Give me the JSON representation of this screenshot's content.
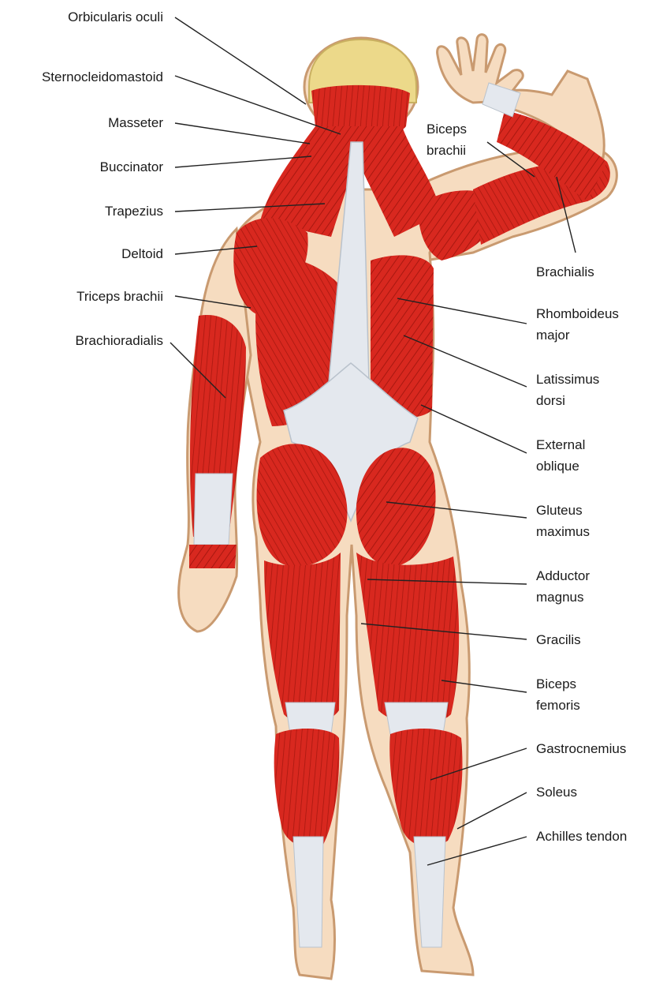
{
  "colors": {
    "muscle": "#d8281f",
    "muscle_dark": "#a81810",
    "tendon": "#e4e8ee",
    "tendon_edge": "#b9c2cc",
    "skin": "#f6dcc0",
    "skin_edge": "#c99a70",
    "hair": "#ecd98a",
    "leader": "#222222"
  },
  "left_labels": [
    {
      "id": "orbicularis-oculi",
      "lines": [
        "Orbicularis oculi"
      ]
    },
    {
      "id": "sternocleidomastoid",
      "lines": [
        "Sternocleidomastoid"
      ]
    },
    {
      "id": "masseter",
      "lines": [
        "Masseter"
      ]
    },
    {
      "id": "buccinator",
      "lines": [
        "Buccinator"
      ]
    },
    {
      "id": "trapezius",
      "lines": [
        "Trapezius"
      ]
    },
    {
      "id": "deltoid",
      "lines": [
        "Deltoid"
      ]
    },
    {
      "id": "triceps-brachii",
      "lines": [
        "Triceps brachii"
      ]
    },
    {
      "id": "brachioradialis",
      "lines": [
        "Brachioradialis"
      ]
    }
  ],
  "right_labels": [
    {
      "id": "biceps-brachii",
      "lines": [
        "Biceps",
        "brachii"
      ]
    },
    {
      "id": "brachialis",
      "lines": [
        "Brachialis"
      ]
    },
    {
      "id": "rhomboideus-major",
      "lines": [
        "Rhomboideus",
        "major"
      ]
    },
    {
      "id": "latissimus-dorsi",
      "lines": [
        "Latissimus",
        "dorsi"
      ]
    },
    {
      "id": "external-oblique",
      "lines": [
        "External",
        "oblique"
      ]
    },
    {
      "id": "gluteus-maximus",
      "lines": [
        "Gluteus",
        "maximus"
      ]
    },
    {
      "id": "adductor-magnus",
      "lines": [
        "Adductor",
        "magnus"
      ]
    },
    {
      "id": "gracilis",
      "lines": [
        "Gracilis"
      ]
    },
    {
      "id": "biceps-femoris",
      "lines": [
        "Biceps",
        "femoris"
      ]
    },
    {
      "id": "gastrocnemius",
      "lines": [
        "Gastrocnemius"
      ]
    },
    {
      "id": "soleus",
      "lines": [
        "Soleus"
      ]
    },
    {
      "id": "achilles-tendon",
      "lines": [
        "Achilles tendon"
      ]
    }
  ]
}
